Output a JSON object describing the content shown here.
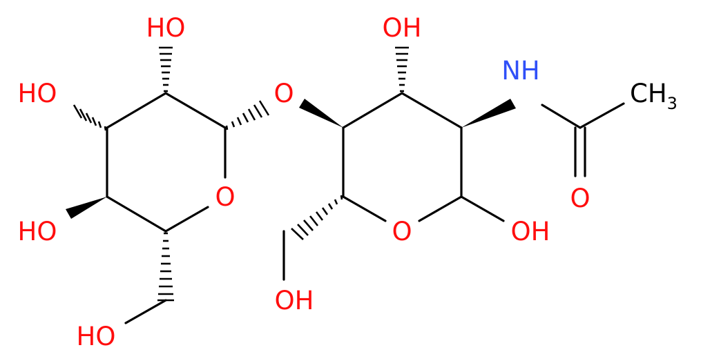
{
  "diagram": {
    "type": "chemical-structure",
    "colors": {
      "oxygen": "#ff0d0d",
      "nitrogen": "#3050f8",
      "carbon": "#000000",
      "background": "#ffffff"
    },
    "labels": {
      "oh_c2_left": "HO",
      "oh_c3_left": "HO",
      "oh_c4_left": "HO",
      "oh_c6_left": "HO",
      "ring_o_left": "O",
      "glycosidic_o": "O",
      "oh_c3_right": "OH",
      "nh": "NH",
      "ch3_main": "CH",
      "ch3_sub": "3",
      "carbonyl_o": "O",
      "ring_o_right": "O",
      "oh_anomeric": "OH",
      "oh_c6_right": "OH"
    }
  }
}
